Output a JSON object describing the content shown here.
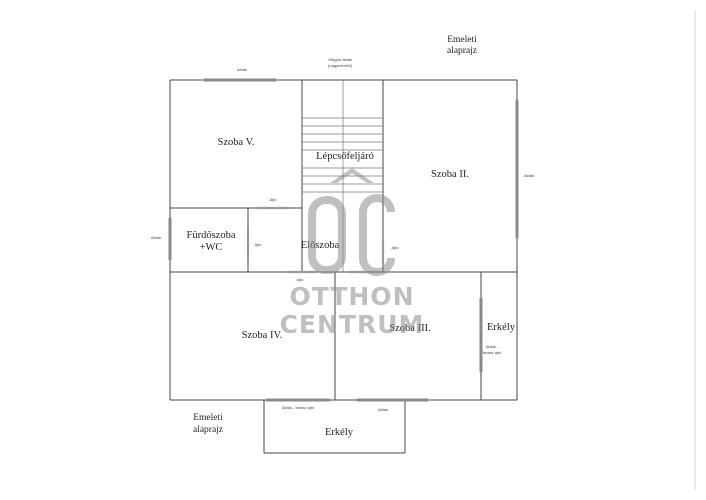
{
  "header": {
    "title_line1": "Emeleti",
    "title_line2": "alaprajz"
  },
  "footer": {
    "title_line1": "Emeleti",
    "title_line2": "alaprajz"
  },
  "rooms": {
    "szoba_v": "Szoba V.",
    "lepcsofeljaro": "Lépcsőfeljáró",
    "szoba_ii": "Szoba II.",
    "furdoszoba_line1": "Fürdőszoba",
    "furdoszoba_line2": "+WC",
    "eloszoba": "Előszoba",
    "szoba_iv": "Szoba IV.",
    "szoba_iii": "Szoba III.",
    "erkely_side": "Erkély",
    "erkely_bottom": "Erkély"
  },
  "notes": {
    "skylight_line1": "Világító ablak",
    "skylight_line2": "(nagyméretű)",
    "ablak_top": "Ablak",
    "ablak_right": "Ablak",
    "ablak_left": "Ablak",
    "ajto_v": "Ajtó",
    "ajto_bath": "Ajtó",
    "ajto_hall": "Ajtó",
    "ajto_ii": "Ajtó",
    "terasz_right_line1": "Ablak -",
    "terasz_right_line2": "terasz ajtó",
    "terasz_bottom": "Ablak - terasz ajtó",
    "ablak_bottom": "Ablak"
  },
  "watermark": {
    "logo_letters": "ÔC",
    "line1": "OTTHON",
    "line2": "CENTRUM",
    "color": "#8c8c8c"
  }
}
